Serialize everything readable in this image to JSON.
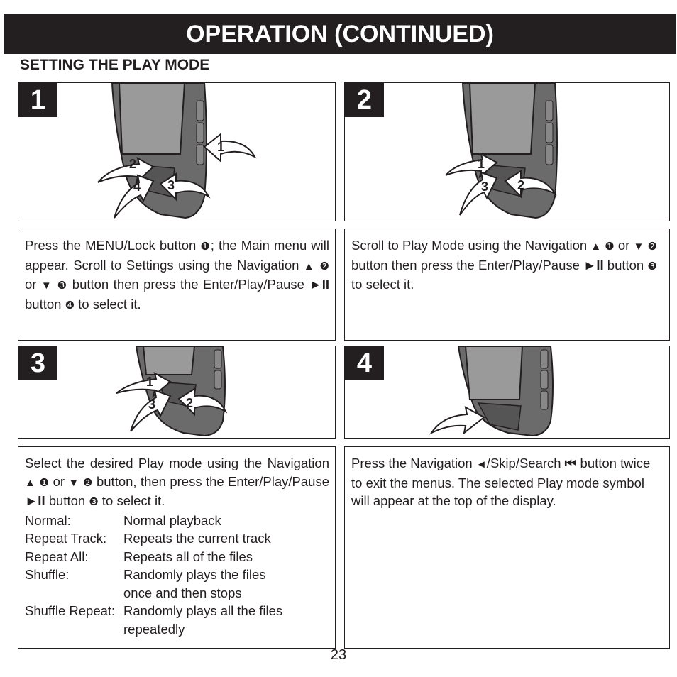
{
  "header": {
    "banner": "OPERATION (CONTINUED)"
  },
  "section_title": "SETTING THE PLAY MODE",
  "symbols": {
    "up": "▲",
    "down": "▼",
    "play_pause": "►II",
    "skip_back": "◄",
    "skip_search": "⏮"
  },
  "callouts": {
    "one": "❶",
    "two": "❷",
    "three": "❸",
    "four": "❹"
  },
  "steps": [
    {
      "number": "1",
      "arrow_labels": [
        "1",
        "2",
        "4",
        "3"
      ],
      "text": {
        "a": "Press the MENU/Lock button ",
        "b": "; the Main menu will appear. Scroll to Settings using the Navigation ",
        "c": " or ",
        "d": " button  then press the Enter/Play/Pause ",
        "e": " button ",
        "f": " to select it."
      }
    },
    {
      "number": "2",
      "arrow_labels": [
        "1",
        "3",
        "2"
      ],
      "text": {
        "a": "Scroll to Play Mode using the Navigation ",
        "b": " or ",
        "c": " button then press the Enter/Play/Pause ",
        "d": " button ",
        "e": " to select it."
      }
    },
    {
      "number": "3",
      "arrow_labels": [
        "1",
        "3",
        "2"
      ],
      "text": {
        "a": "Select the desired Play mode using the Navigation ",
        "b": " or ",
        "c": " button, then press the Enter/Play/Pause ",
        "d": " button ",
        "e": " to select it."
      },
      "modes": [
        {
          "label": "Normal:",
          "description": "Normal playback"
        },
        {
          "label": "Repeat Track:",
          "description": "Repeats the current track"
        },
        {
          "label": "Repeat All:",
          "description": "Repeats all of the files"
        },
        {
          "label": "Shuffle:",
          "description": "Randomly plays the files once and then stops"
        },
        {
          "label": "Shuffle Repeat:",
          "description": "Randomly plays all the files repeatedly"
        }
      ]
    },
    {
      "number": "4",
      "arrow_labels": [],
      "text": {
        "a": "Press the Navigation ",
        "b": "/Skip/Search ",
        "c": " button twice to exit the menus. The selected Play mode symbol will appear at the top of the display."
      }
    }
  ],
  "page_number": "23",
  "colors": {
    "ink": "#231f20",
    "device_body": "#6b6b6b",
    "device_screen": "#9a9a9a",
    "paper": "#ffffff"
  }
}
